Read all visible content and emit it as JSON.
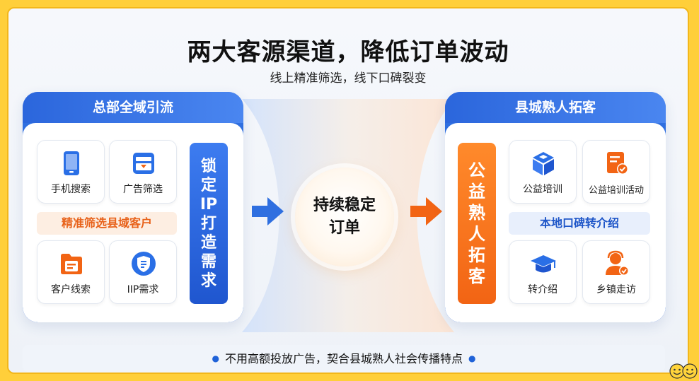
{
  "title": "两大客源渠道，降低订单波动",
  "subtitle": "线上精准筛选，线下口碑裂变",
  "left_panel": {
    "header": "总部全域引流",
    "cards": [
      {
        "label": "手机搜索",
        "icon": "phone-icon"
      },
      {
        "label": "广告筛选",
        "icon": "ad-screen-icon"
      },
      {
        "label": "客户线索",
        "icon": "lead-doc-icon"
      },
      {
        "label": "IIP需求",
        "icon": "shield-doc-icon"
      }
    ],
    "band": "精准筛选县域客户",
    "vertical_label": "锁定IP打造需求"
  },
  "center": {
    "label": "持续稳定订单"
  },
  "right_panel": {
    "header": "县城熟人拓客",
    "vertical_label": "公益熟人拓客",
    "cards": [
      {
        "label": "公益培训",
        "icon": "cube-icon"
      },
      {
        "label": "公益培训活动",
        "icon": "badge-doc-icon"
      },
      {
        "label": "转介绍",
        "icon": "graduation-cap-icon"
      },
      {
        "label": "乡镇走访",
        "icon": "person-check-icon"
      }
    ],
    "band": "本地口碑转介绍"
  },
  "footer": "不用高额投放广告，契合县城熟人社会传播特点",
  "colors": {
    "blue": "#2f6fe0",
    "orange": "#f26414",
    "frame": "#ffcf3a"
  }
}
